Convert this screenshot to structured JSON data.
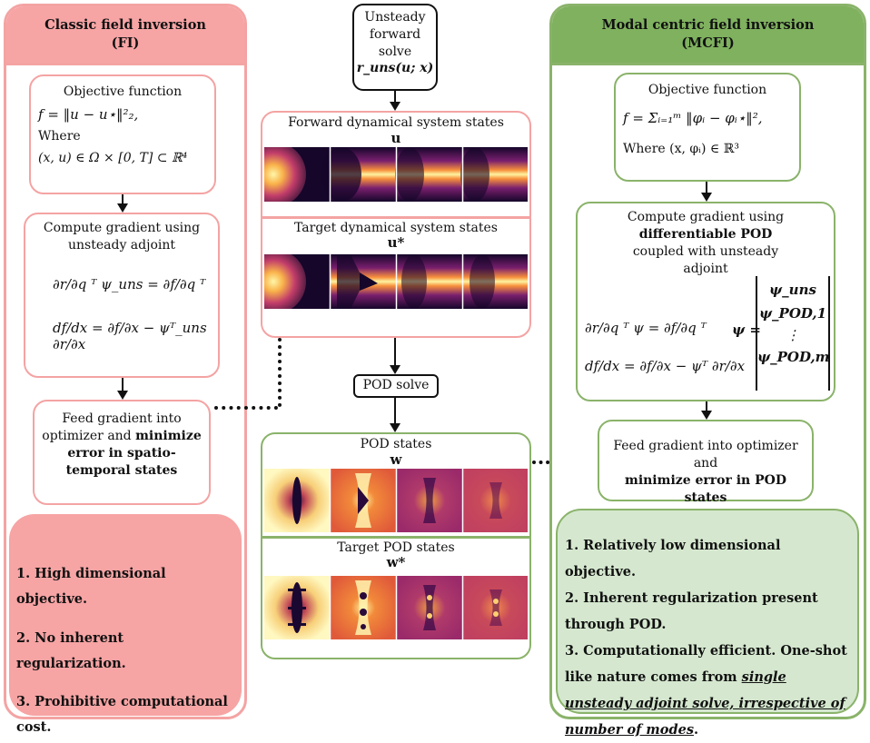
{
  "fi": {
    "title_line1": "Classic field inversion",
    "title_line2": "(FI)",
    "objective_title": "Objective function",
    "objective_eq": "f = ‖u − u⋆‖²₂,",
    "where_label": "Where",
    "where_eq": "(x, u) ∈ Ω × [0, T] ⊂ ℝ⁴",
    "gradient_title_line1": "Compute gradient using",
    "gradient_title_line2": "unsteady adjoint",
    "adjoint_eq": "∂r/∂q ᵀ ψ_uns = ∂f/∂q ᵀ",
    "total_deriv_eq": "df/dx = ∂f/∂x − ψᵀ_uns ∂r/∂x",
    "feed_line1": "Feed gradient into",
    "feed_line2": "optimizer and",
    "feed_bold": "minimize error in spatio-temporal states",
    "summary": [
      "1. High dimensional objective.",
      "2. No inherent regularization.",
      "3. Prohibitive computational cost."
    ]
  },
  "center": {
    "solve_line1": "Unsteady",
    "solve_line2": "forward",
    "solve_line3": "solve",
    "solve_eq": "r_uns(u; x)",
    "forward_title": "Forward dynamical system states",
    "forward_symbol": "u",
    "target_title": "Target dynamical system states",
    "target_symbol": "u*",
    "pod_solve": "POD solve",
    "pod_title": "POD states",
    "pod_symbol": "w",
    "target_pod_title": "Target POD states",
    "target_pod_symbol": "w*"
  },
  "mcfi": {
    "title_line1": "Modal centric field inversion",
    "title_line2": "(MCFI)",
    "objective_title": "Objective function",
    "objective_eq": "f = Σᵢ₌₁ᵐ ‖φᵢ − φᵢ⋆‖²,",
    "where_eq": "Where (x, φᵢ) ∈ ℝ³",
    "gradient_line1": "Compute gradient using",
    "gradient_bold": "differentiable POD",
    "gradient_line3": "coupled with unsteady",
    "gradient_line4": "adjoint",
    "adjoint_eq": "∂r/∂q ᵀ ψ = ∂f/∂q ᵀ",
    "total_deriv_eq": "df/dx = ∂f/∂x − ψᵀ ∂r/∂x",
    "psi_vector": [
      "ψ_uns",
      "ψ_POD,1",
      "⋮",
      "ψ_POD,m"
    ],
    "feed_line1": "Feed gradient into optimizer and",
    "feed_bold": "minimize error in POD states",
    "summary_1": "1. Relatively low dimensional objective.",
    "summary_2": "2. Inherent regularization present through POD.",
    "summary_3a": "3. Computationally efficient. One-shot like nature comes from ",
    "summary_3b": "single unsteady adjoint solve, irrespective of number of modes",
    "summary_3c": "."
  },
  "colors": {
    "red_border": "#f4a3a3",
    "red_fill": "#f7a4a4",
    "green_border": "#8ab36a",
    "green_fill": "#7fb15f",
    "green_summary": "#d5e8cf"
  }
}
